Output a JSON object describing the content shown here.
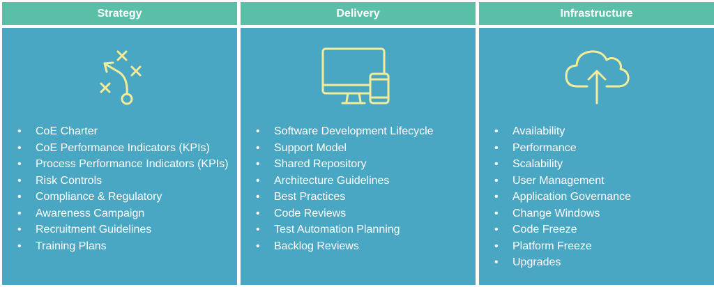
{
  "columns": [
    {
      "title": "Strategy",
      "icon": "strategy-play-icon",
      "items": [
        "CoE Charter",
        "CoE Performance Indicators (KPIs)",
        "Process Performance Indicators (KPIs)",
        "Risk Controls",
        "Compliance & Regulatory",
        "Awareness Campaign",
        "Recruitment Guidelines",
        "Training Plans"
      ]
    },
    {
      "title": "Delivery",
      "icon": "monitor-phone-icon",
      "items": [
        "Software Development Lifecycle",
        "Support Model",
        "Shared Repository",
        "Architecture Guidelines",
        "Best Practices",
        "Code Reviews",
        "Test Automation Planning",
        "Backlog Reviews"
      ]
    },
    {
      "title": "Infrastructure",
      "icon": "cloud-upload-icon",
      "items": [
        "Availability",
        "Performance",
        "Scalability",
        "User Management",
        "Application Governance",
        "Change Windows",
        "Code Freeze",
        "Platform Freeze",
        "Upgrades"
      ]
    }
  ],
  "colors": {
    "header": "#5bbfa8",
    "panel": "#4aa7c3",
    "icon_stroke": "#f3ec9a",
    "text": "#ffffff"
  }
}
